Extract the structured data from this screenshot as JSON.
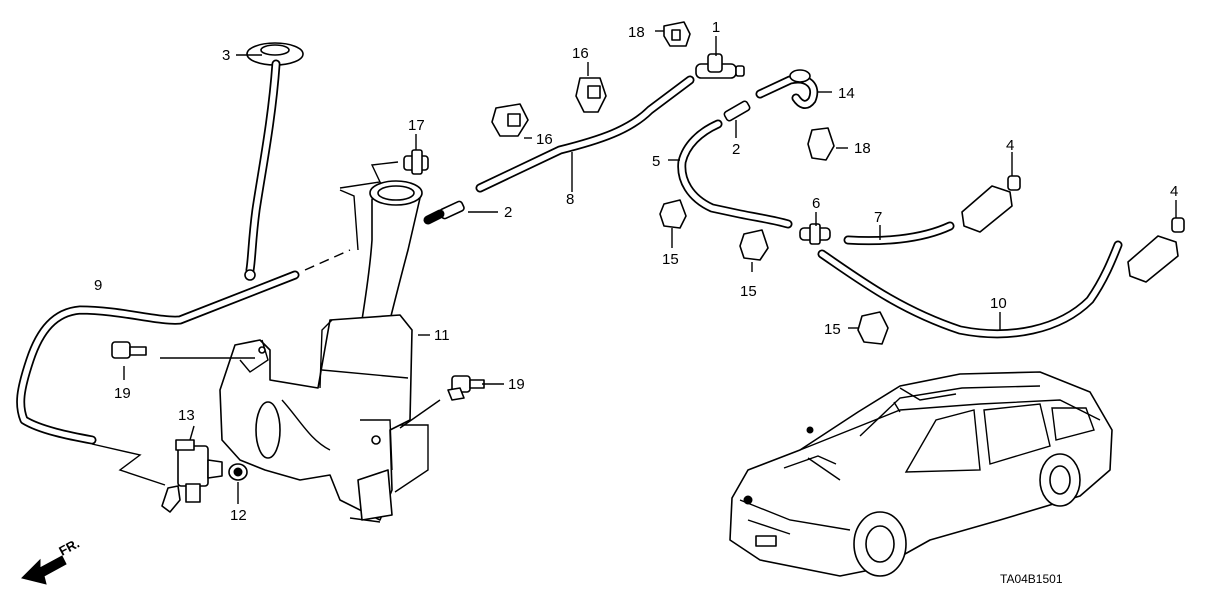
{
  "diagram": {
    "labels": {
      "p1": "1",
      "p2a": "2",
      "p2b": "2",
      "p3": "3",
      "p4a": "4",
      "p4b": "4",
      "p5": "5",
      "p6": "6",
      "p7": "7",
      "p8": "8",
      "p9": "9",
      "p10": "10",
      "p11": "11",
      "p12": "12",
      "p13": "13",
      "p14": "14",
      "p15a": "15",
      "p15b": "15",
      "p15c": "15",
      "p16a": "16",
      "p16b": "16",
      "p17": "17",
      "p18a": "18",
      "p18b": "18",
      "p19a": "19",
      "p19b": "19"
    },
    "front_marker": "FR.",
    "diagram_code": "TA04B1501"
  }
}
